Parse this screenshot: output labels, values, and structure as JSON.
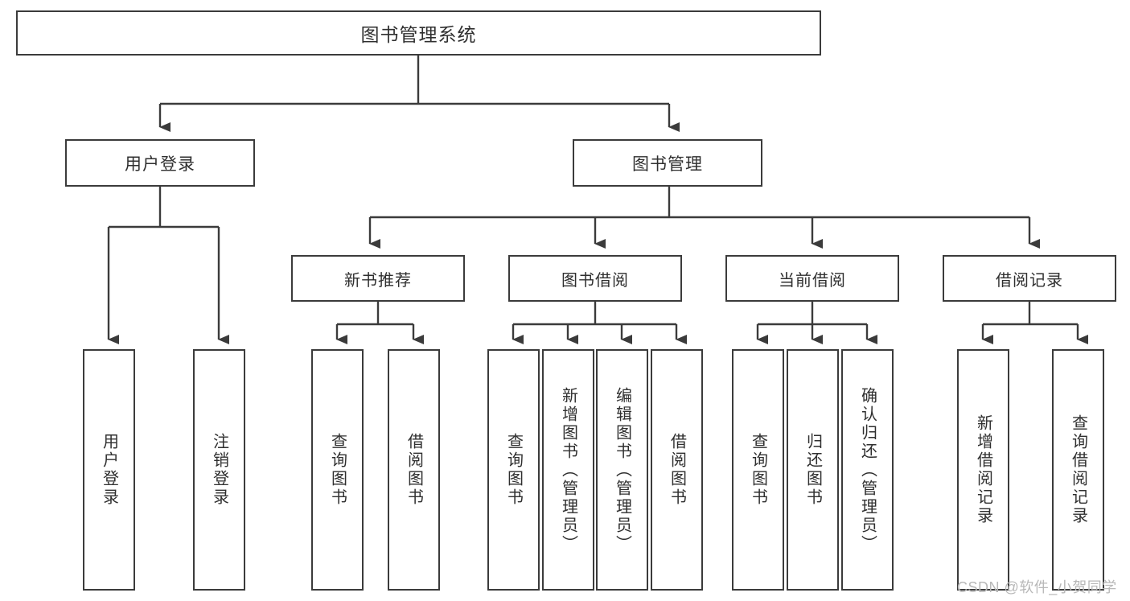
{
  "diagram": {
    "title_text": "图书管理系统",
    "type": "hierarchical-function-tree",
    "stroke_color": "#3b3b3b",
    "fill_color": "#ffffff",
    "text_color": "#2f2f2f"
  },
  "nodes": {
    "root": {
      "label": "图书管理系统"
    },
    "level1": [
      {
        "label": "用户登录"
      },
      {
        "label": "图书管理"
      }
    ],
    "level2": [
      {
        "label": "新书推荐"
      },
      {
        "label": "图书借阅"
      },
      {
        "label": "当前借阅"
      },
      {
        "label": "借阅记录"
      }
    ],
    "leaves": {
      "user_login": [
        {
          "label": "用户登录"
        },
        {
          "label": "注销登录"
        }
      ],
      "new_book_recommend": [
        {
          "label": "查询图书"
        },
        {
          "label": "借阅图书"
        }
      ],
      "book_borrow": [
        {
          "label": "查询图书"
        },
        {
          "label": "新增图书（管理员）"
        },
        {
          "label": "编辑图书（管理员）"
        },
        {
          "label": "借阅图书"
        }
      ],
      "current_borrow": [
        {
          "label": "查询图书"
        },
        {
          "label": "归还图书"
        },
        {
          "label": "确认归还（管理员）"
        }
      ],
      "borrow_record": [
        {
          "label": "新增借阅记录"
        },
        {
          "label": "查询借阅记录"
        }
      ]
    }
  },
  "watermark": {
    "text": "CSDN @软件_小贺同学"
  }
}
